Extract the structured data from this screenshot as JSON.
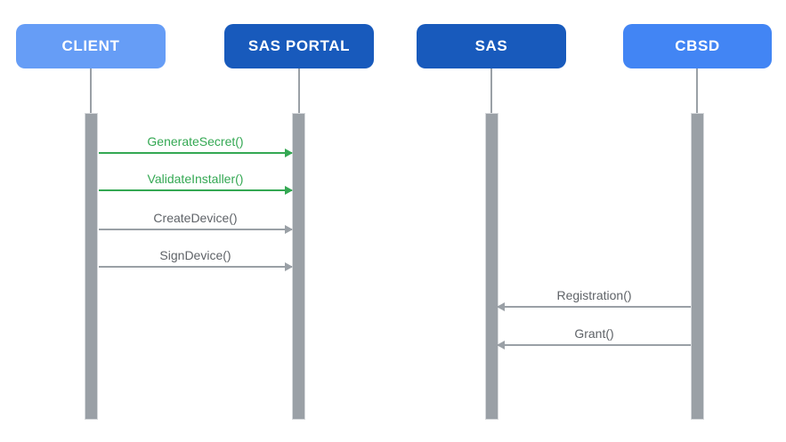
{
  "diagram": {
    "type": "sequence-diagram",
    "actors": [
      {
        "id": "client",
        "label": "CLIENT",
        "color": "#669DF6"
      },
      {
        "id": "sas-portal",
        "label": "SAS PORTAL",
        "color": "#185ABC"
      },
      {
        "id": "sas",
        "label": "SAS",
        "color": "#185ABC"
      },
      {
        "id": "cbsd",
        "label": "CBSD",
        "color": "#4285F4"
      }
    ],
    "messages": [
      {
        "label": "GenerateSecret()",
        "from": "CLIENT",
        "to": "SAS PORTAL",
        "direction": "right",
        "color": "#34A853"
      },
      {
        "label": "ValidateInstaller()",
        "from": "CLIENT",
        "to": "SAS PORTAL",
        "direction": "right",
        "color": "#34A853"
      },
      {
        "label": "CreateDevice()",
        "from": "CLIENT",
        "to": "SAS PORTAL",
        "direction": "right",
        "color": "#9AA0A6"
      },
      {
        "label": "SignDevice()",
        "from": "CLIENT",
        "to": "SAS PORTAL",
        "direction": "right",
        "color": "#9AA0A6"
      },
      {
        "label": "Registration()",
        "from": "CBSD",
        "to": "SAS",
        "direction": "left",
        "color": "#9AA0A6"
      },
      {
        "label": "Grant()",
        "from": "CBSD",
        "to": "SAS",
        "direction": "left",
        "color": "#9AA0A6"
      }
    ],
    "colors": {
      "background": "#FFFFFF",
      "lifeline_bar": "#9AA0A6",
      "lifeline_bar_border": "#D6D9DC",
      "gray_message_line": "#9AA0A6",
      "gray_message_text": "#5F6368",
      "green_message": "#34A853",
      "actor_text": "#FFFFFF"
    }
  }
}
